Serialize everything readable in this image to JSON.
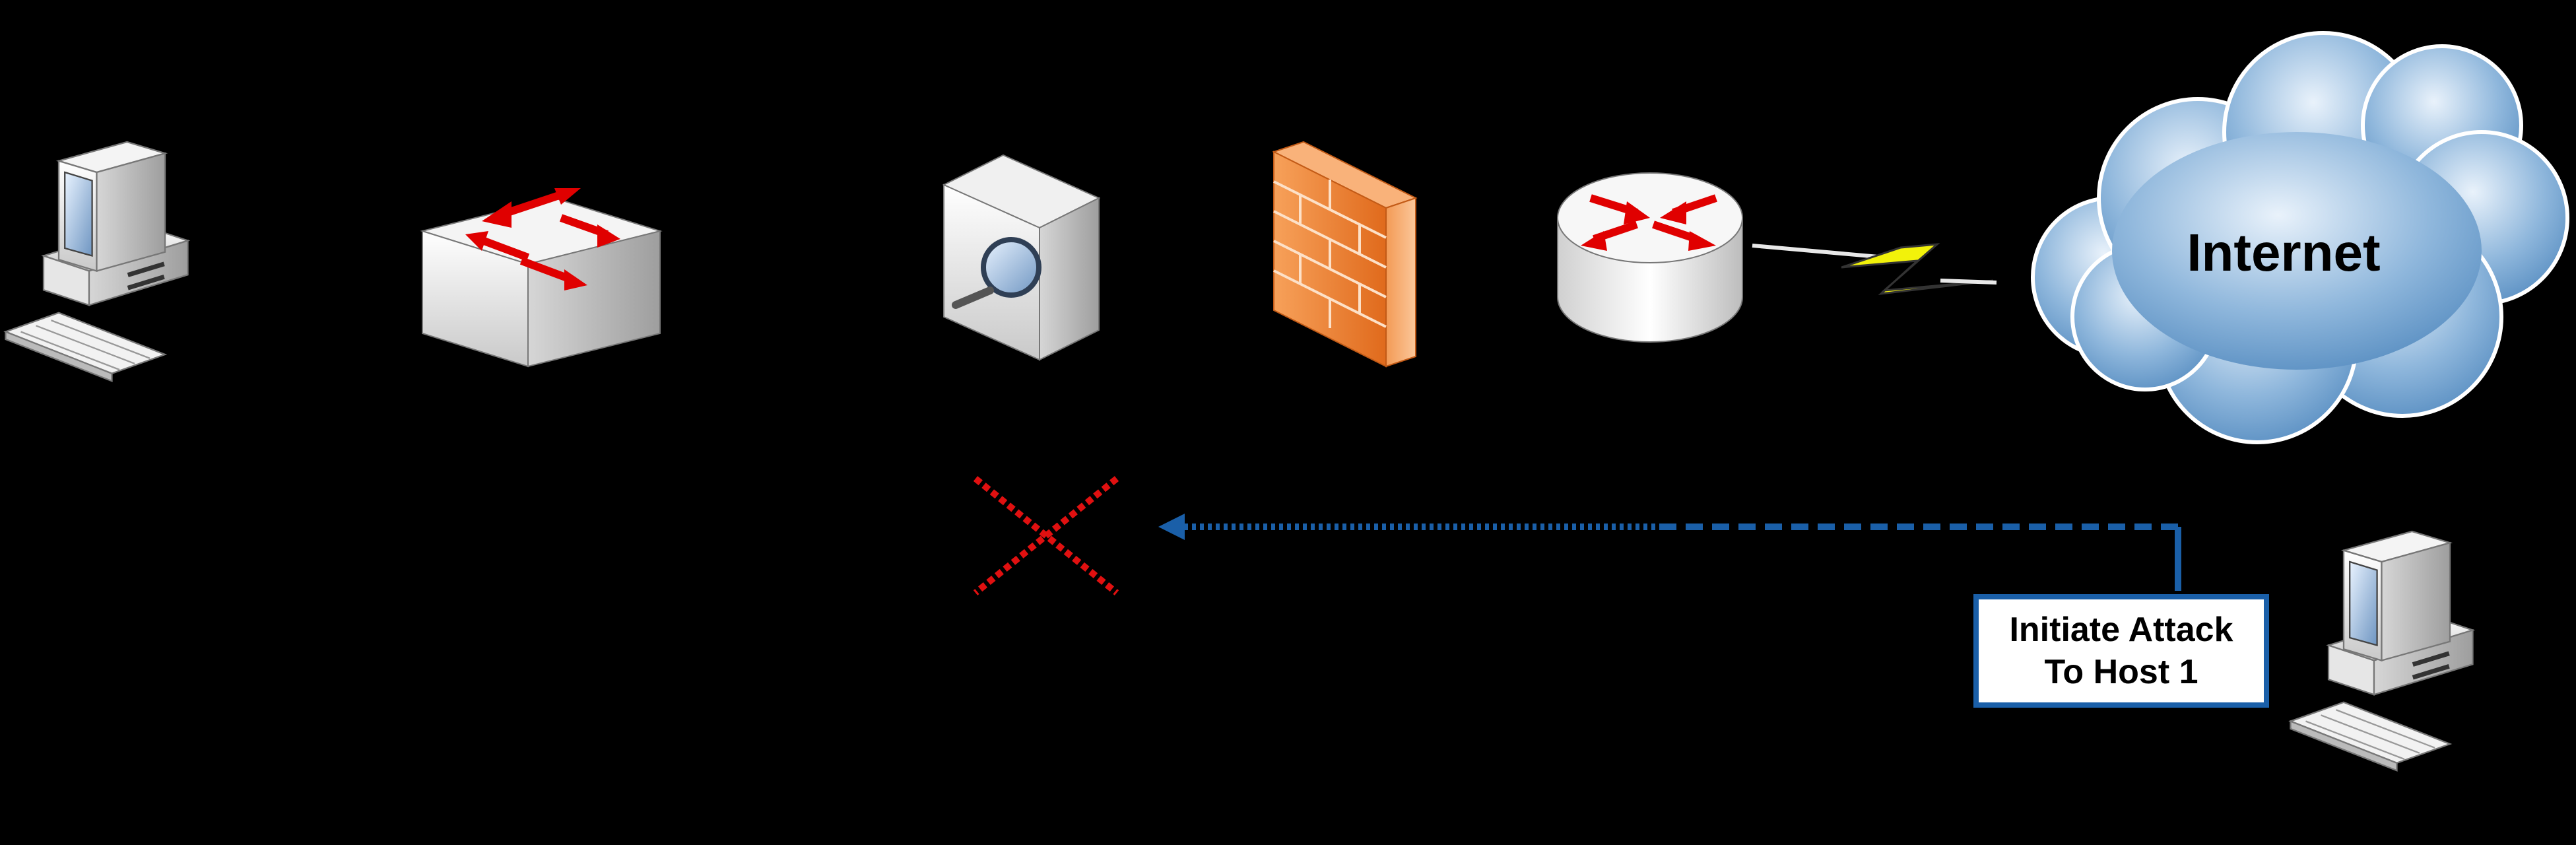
{
  "diagram": {
    "nodes": [
      {
        "id": "host-1",
        "icon": "desktop-computer-icon"
      },
      {
        "id": "switch",
        "icon": "network-switch-icon"
      },
      {
        "id": "ids",
        "icon": "intrusion-detection-icon"
      },
      {
        "id": "firewall",
        "icon": "firewall-icon"
      },
      {
        "id": "router",
        "icon": "router-icon"
      },
      {
        "id": "internet",
        "icon": "cloud-icon",
        "label": "Internet"
      },
      {
        "id": "attacker",
        "icon": "desktop-computer-icon"
      }
    ],
    "links": [
      {
        "from": "router",
        "to": "internet",
        "style": "serial-lightning",
        "color": "#f2f20a"
      }
    ],
    "attack": {
      "label_line1": "Initiate Attack",
      "label_line2": "To Host 1",
      "path_color": "#1a5fa8",
      "blocked_marker": "red-x-icon",
      "blocked_color": "#e01010"
    },
    "colors": {
      "background": "#000000",
      "arrows": "#e00000",
      "firewall": "#f07a2a",
      "cloud": "#5b95c8"
    }
  }
}
